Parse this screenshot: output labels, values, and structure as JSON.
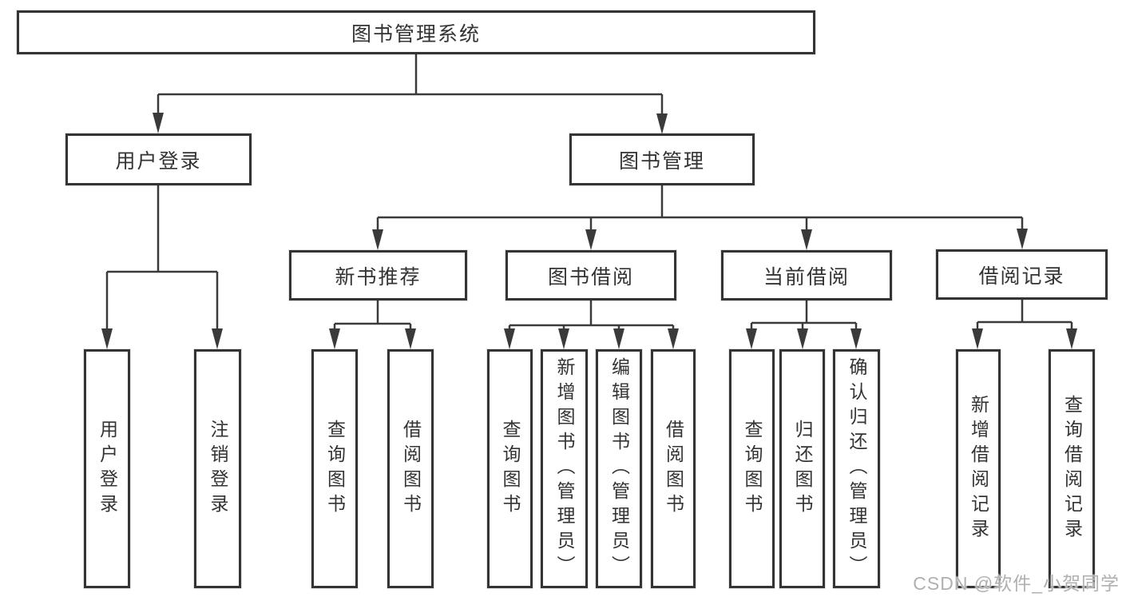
{
  "tree": {
    "root": "图书管理系统",
    "branches": [
      {
        "label": "用户登录",
        "children": [
          "用户登录",
          "注销登录"
        ]
      },
      {
        "label": "图书管理",
        "sections": [
          {
            "label": "新书推荐",
            "children": [
              "查询图书",
              "借阅图书"
            ]
          },
          {
            "label": "图书借阅",
            "children": [
              "查询图书",
              "新增图书（管理员）",
              "编辑图书（管理员）",
              "借阅图书"
            ]
          },
          {
            "label": "当前借阅",
            "children": [
              "查询图书",
              "归还图书",
              "确认归还（管理员）"
            ]
          },
          {
            "label": "借阅记录",
            "children": [
              "新增借阅记录",
              "查询借阅记录"
            ]
          }
        ]
      }
    ]
  },
  "colors": {
    "line": "#3a3a3a",
    "border": "#343434",
    "text": "#333333",
    "watermark": "#b0b0b0"
  },
  "watermark": "CSDN @软件_小贺同学"
}
